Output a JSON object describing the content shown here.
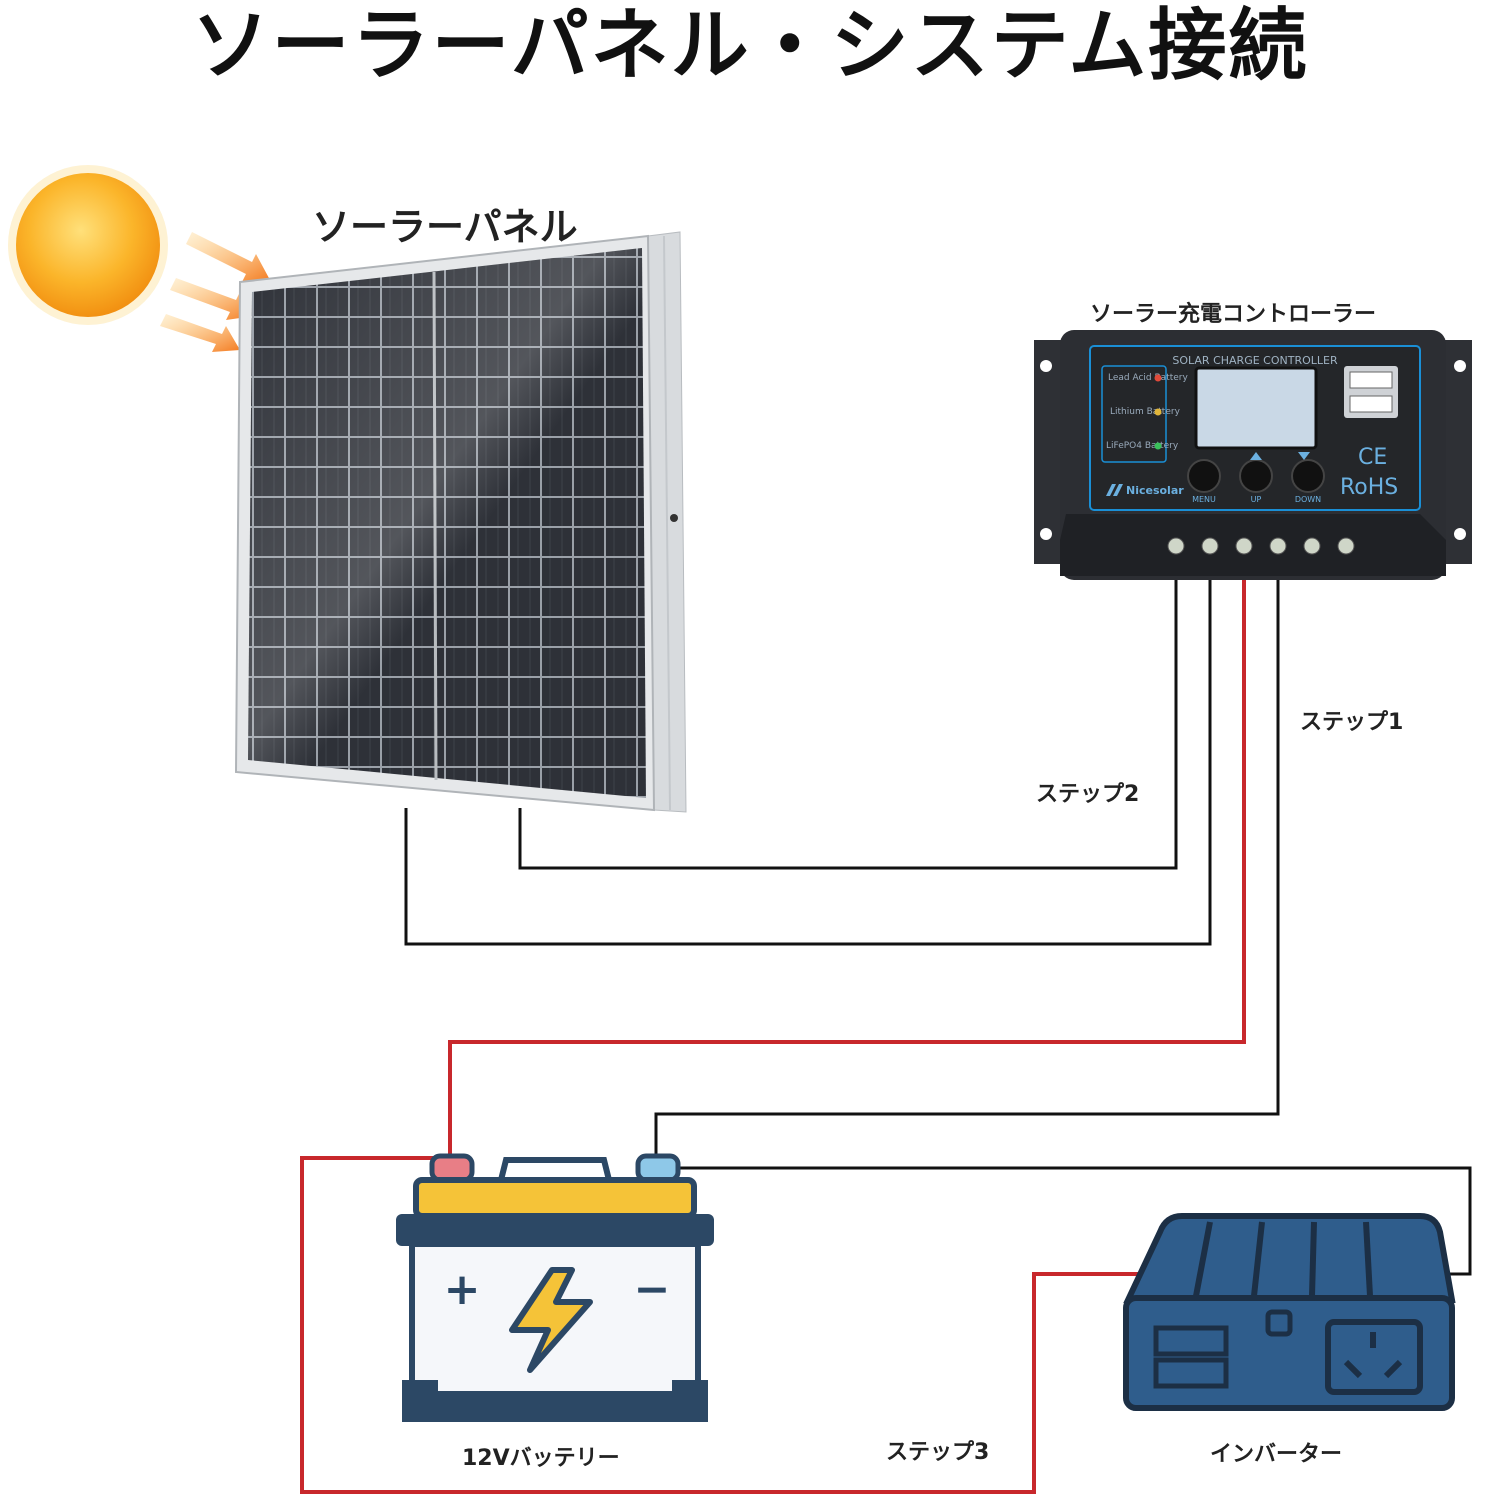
{
  "title": "ソーラーパネル・システム接続",
  "labels": {
    "solar_panel": "ソーラーパネル",
    "charge_controller": "ソーラー充電コントローラー",
    "step1": "ステップ1",
    "step2": "ステップ2",
    "step3": "ステップ3",
    "battery": "12Vバッテリー",
    "inverter": "インバーター"
  },
  "controller": {
    "header": "SOLAR CHARGE CONTROLLER",
    "battery_types": [
      "Lead Acid Battery",
      "Lithium Battery",
      "LiFePO4 Battery"
    ],
    "buttons": [
      "MENU",
      "UP",
      "DOWN"
    ],
    "brand": "Nicesolar",
    "cert_ce": "CE",
    "cert_rohs": "RoHS"
  },
  "battery_symbols": {
    "positive": "+",
    "negative": "−"
  },
  "colors": {
    "wire_black": "#111111",
    "wire_red": "#c8282c",
    "sun": "#f7a21b",
    "panel_cell": "#2b2e34",
    "controller_body": "#2c2e33",
    "controller_accent": "#1a8fd6",
    "battery_top": "#f5c338",
    "battery_frame": "#2c4865",
    "inverter_body": "#2f5d8c"
  }
}
